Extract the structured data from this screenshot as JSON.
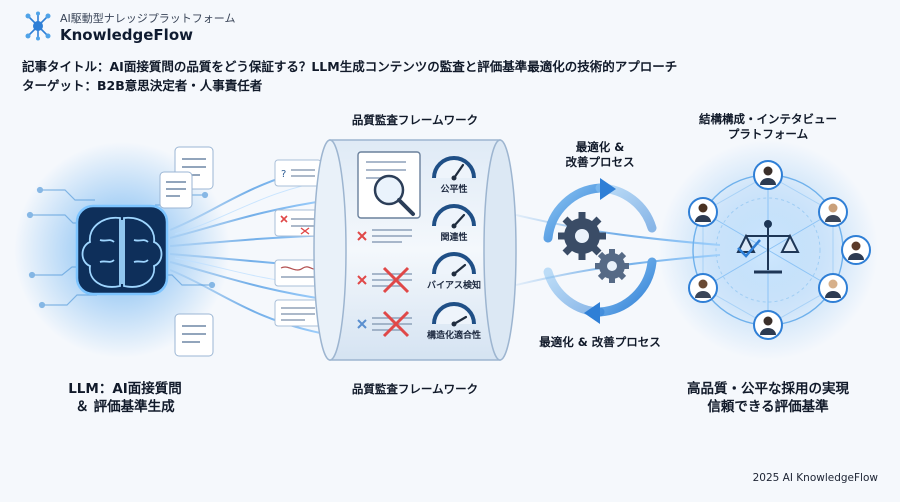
{
  "brand": {
    "tagline": "AI駆動型ナレッジプラットフォーム",
    "name": "KnowledgeFlow",
    "logo_icon": "network-node-icon"
  },
  "header": {
    "article_title": "記事タイトル：AI面接質問の品質をどう保証する？LLM生成コンテンツの監査と評価基準最適化の技術的アプローチ",
    "target": "ターゲット：B2B意思決定者・人事責任者"
  },
  "stages": {
    "llm": {
      "label_line1": "LLM：AI面接質問",
      "label_line2": "＆ 評価基準生成"
    },
    "audit": {
      "title_top": "品質監査フレームワーク",
      "title_bottom": "品質監査フレームワーク",
      "metrics": [
        "公平性",
        "関連性",
        "バイアス検知",
        "構造化適合性"
      ]
    },
    "optimize": {
      "label_top_line1": "最適化 &",
      "label_top_line2": "改善プロセス",
      "label_bottom": "最適化 & 改善プロセス"
    },
    "platform": {
      "title_line1": "結構構成・インテタビュー",
      "title_line2": "プラトフォーム",
      "result_line1": "高品質・公平な採用の実現",
      "result_line2": "信頼できる評価基準"
    }
  },
  "footer": {
    "copyright": "2025 AI KnowledgeFlow"
  },
  "colors": {
    "accent": "#2f7fd6",
    "deep": "#1b4f8f",
    "reject": "#e04848",
    "bg": "#f5f8fc"
  }
}
